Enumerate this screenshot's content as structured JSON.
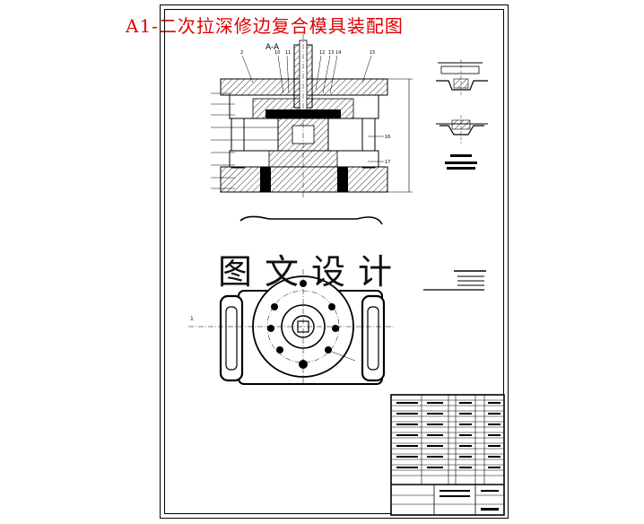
{
  "title": "A1-二次拉深修边复合模具装配图",
  "watermark": "图文设计",
  "section_label": "A-A",
  "part_numbers": {
    "top_left": "2",
    "top_a": "10",
    "top_b": "11",
    "top_c": "12",
    "top_d": "13",
    "top_e": "14",
    "top_right": "15",
    "right_16": "16",
    "right_17": "17",
    "plan_left": "1"
  }
}
